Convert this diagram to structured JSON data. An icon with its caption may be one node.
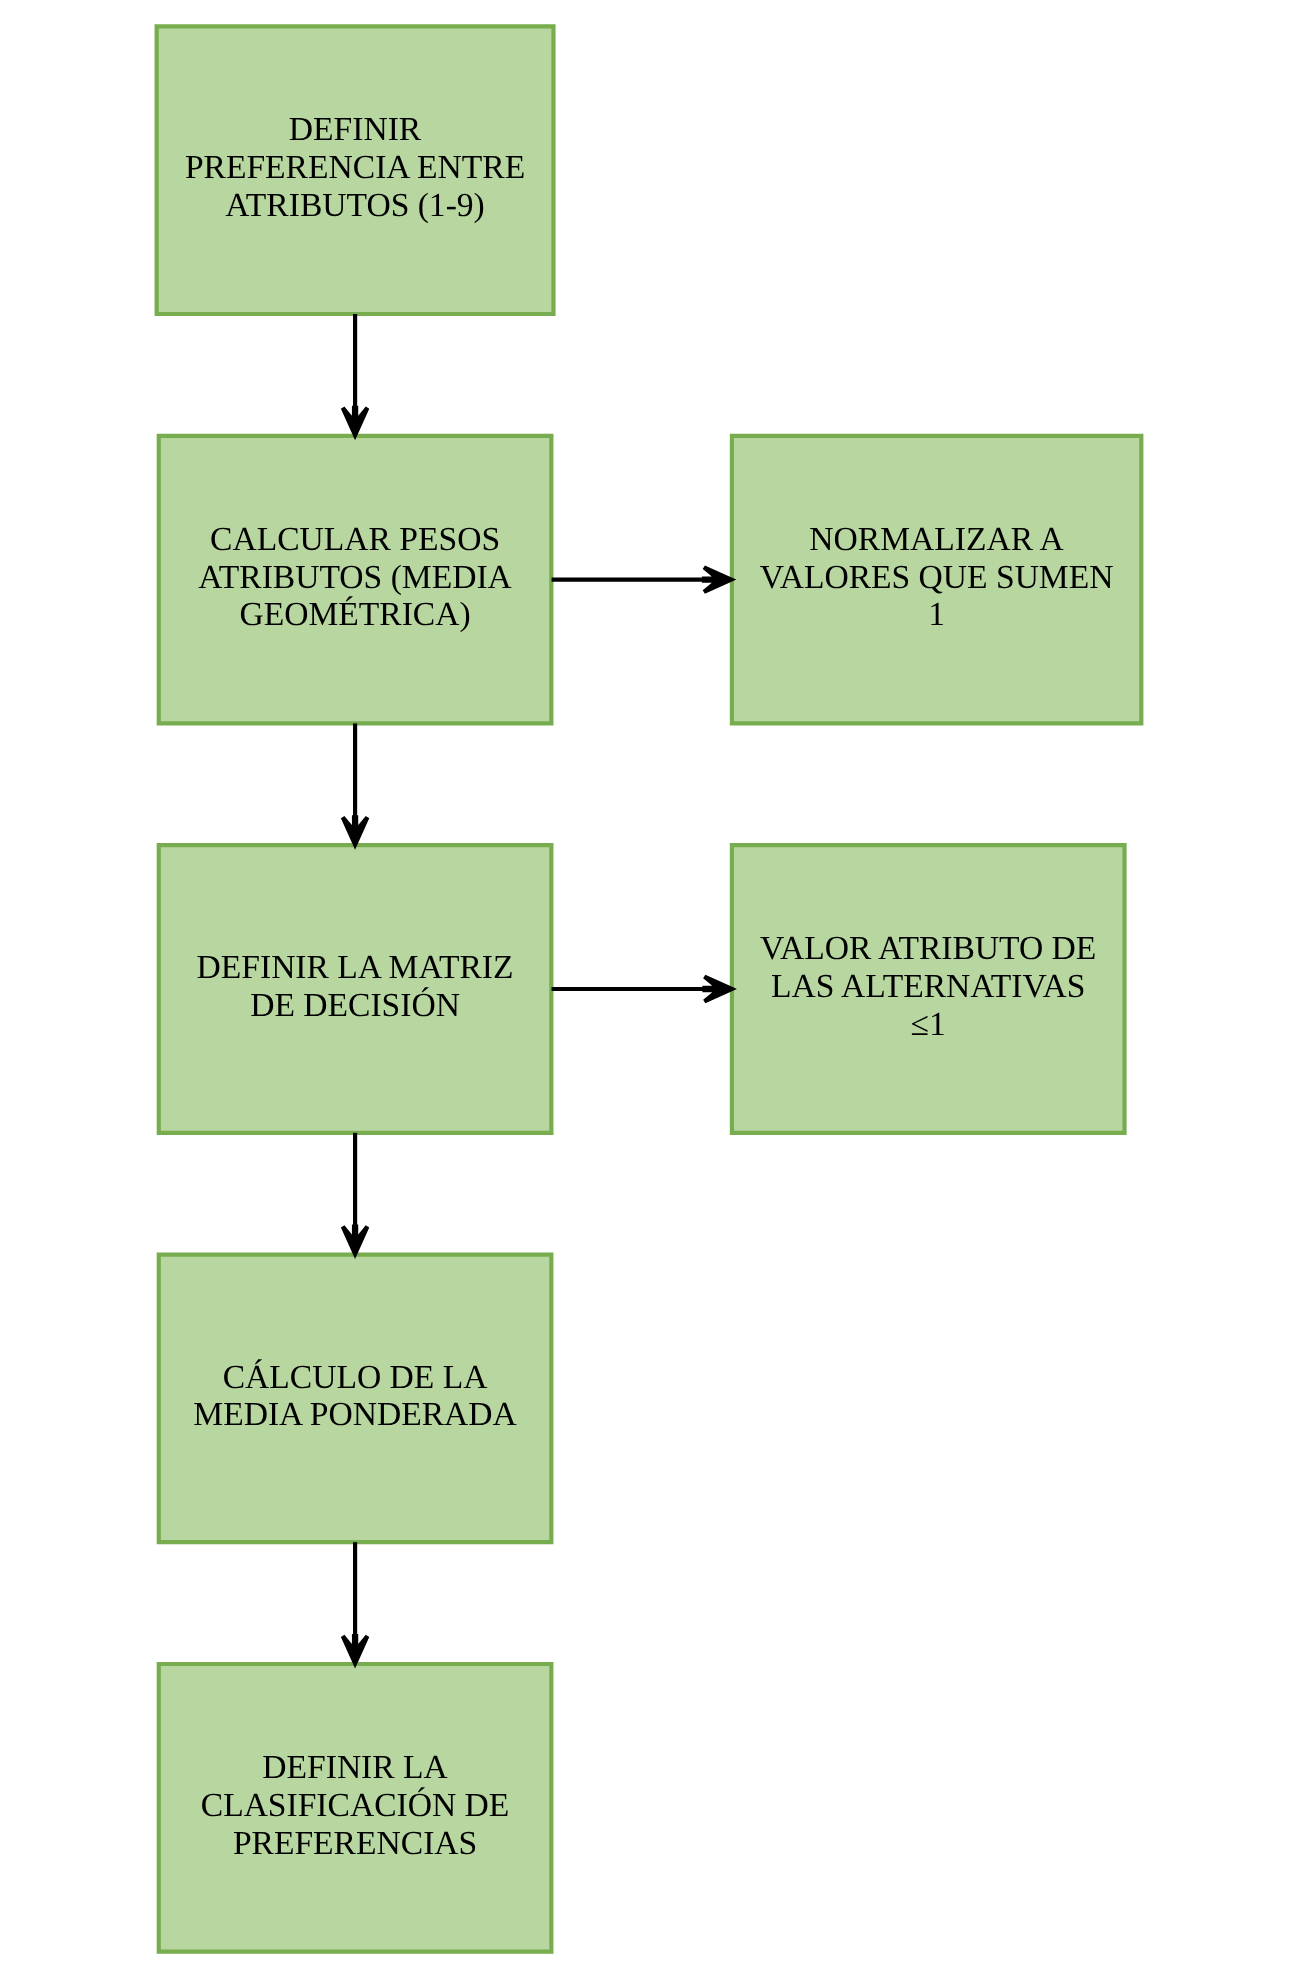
{
  "diagram": {
    "nodes": [
      {
        "text": [
          "DEFINIR PREFERENCIA ENTRE ATRIBUTOS (1-9)"
        ]
      },
      {
        "text": [
          "CALCULAR PESOS ATRIBUTOS (MEDIA GEOMÉTRICA)"
        ]
      },
      {
        "text": [
          "NORMALIZAR A VALORES QUE SUMEN 1"
        ]
      },
      {
        "text": [
          "DEFINIR LA MATRIZ DE DECISIÓN"
        ]
      },
      {
        "text": [
          "VALOR ATRIBUTO DE LAS ALTERNATIVAS ≤1"
        ]
      },
      {
        "text": [
          "CÁLCULO DE LA MEDIA PONDERADA"
        ]
      },
      {
        "text": [
          "DEFINIR LA CLASIFICACIÓN DE PREFERENCIAS"
        ]
      }
    ],
    "edges": [
      {
        "from": 0,
        "to": 1,
        "arrow": "to"
      },
      {
        "from": 1,
        "to": 2,
        "arrow": "to"
      },
      {
        "from": 1,
        "to": 3,
        "arrow": "to"
      },
      {
        "from": 3,
        "to": 4,
        "arrow": "to"
      },
      {
        "from": 3,
        "to": 5,
        "arrow": "to"
      },
      {
        "from": 5,
        "to": 6,
        "arrow": "to"
      }
    ]
  }
}
